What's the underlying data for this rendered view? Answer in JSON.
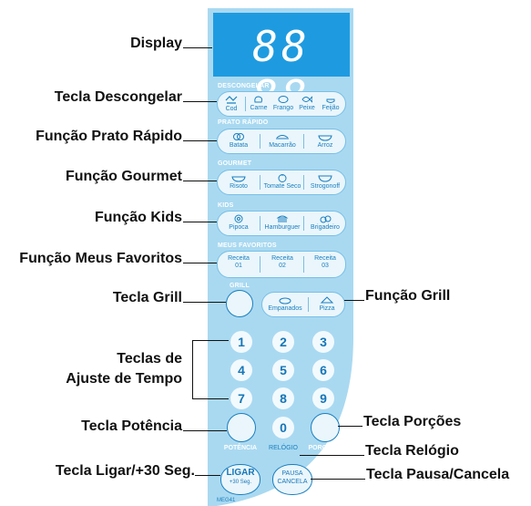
{
  "display": {
    "digits": "88 88"
  },
  "callouts": {
    "display": "Display",
    "defrost_key": "Tecla Descongelar",
    "quick_dish": "Função Prato Rápido",
    "gourmet": "Função Gourmet",
    "kids": "Função Kids",
    "favorites": "Função Meus Favoritos",
    "grill_key": "Tecla Grill",
    "grill_function": "Função Grill",
    "time_keys_line1": "Teclas de",
    "time_keys_line2": "Ajuste de Tempo",
    "power_key": "Tecla Potência",
    "portions_key": "Tecla Porções",
    "clock_key": "Tecla Relógio",
    "start_key": "Tecla Ligar/+30 Seg.",
    "pause_key": "Tecla Pausa/Cancela"
  },
  "panel": {
    "colors": {
      "panel": "#a9d9f1",
      "display": "#1e9be0",
      "button_text": "#1576b8"
    },
    "defrost": {
      "title": "DESCONGELAR",
      "first": "Cod",
      "items": [
        "Carne",
        "Frango",
        "Peixe",
        "Feijão"
      ]
    },
    "quick_dish": {
      "title": "PRATO RÁPIDO",
      "items": [
        "Batata",
        "Macarrão",
        "Arroz"
      ]
    },
    "gourmet": {
      "title": "GOURMET",
      "items": [
        "Risoto",
        "Tomate Seco",
        "Strogonoff"
      ]
    },
    "kids": {
      "title": "KIDS",
      "items": [
        "Pipoca",
        "Hamburguer",
        "Brigadeiro"
      ]
    },
    "favorites": {
      "title": "MEUS FAVORITOS",
      "items": [
        {
          "l1": "Receita",
          "l2": "01"
        },
        {
          "l1": "Receita",
          "l2": "02"
        },
        {
          "l1": "Receita",
          "l2": "03"
        }
      ]
    },
    "grill": {
      "title": "GRILL",
      "items": [
        "Empanados",
        "Pizza"
      ]
    },
    "numbers": [
      "1",
      "2",
      "3",
      "4",
      "5",
      "6",
      "7",
      "8",
      "9",
      "0"
    ],
    "power_label": "POTÊNCIA",
    "clock_label": "RELÓGIO",
    "portions_label": "PORÇÕES",
    "start": {
      "l1": "LIGAR",
      "l2": "+30 Seg."
    },
    "pause": {
      "l1": "PAUSA",
      "l2": "CANCELA"
    },
    "model_code": "MEG41"
  }
}
